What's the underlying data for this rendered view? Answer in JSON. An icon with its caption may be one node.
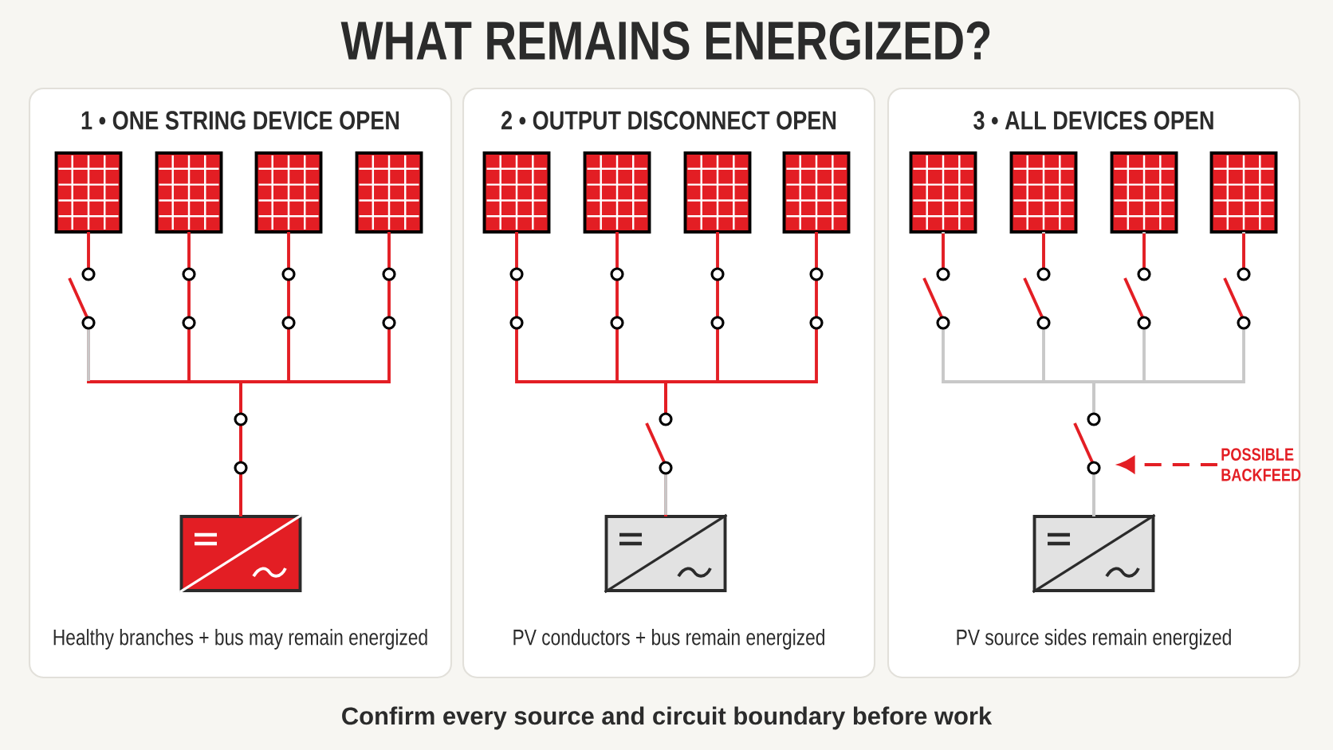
{
  "diagram": {
    "title": "WHAT REMAINS ENERGIZED?",
    "caption": "Confirm every source and circuit boundary before work",
    "nodes": [
      {
        "text": [
          "1 • ONE STRING DEVICE OPEN",
          "Healthy branches + bus may remain energized"
        ]
      },
      {
        "text": [],
        "shape": "picture",
        "in": 0
      },
      {
        "text": [],
        "shape": "picture",
        "in": 0
      },
      {
        "text": [],
        "shape": "picture",
        "in": 0
      },
      {
        "text": [],
        "shape": "picture",
        "in": 0
      },
      {
        "text": [],
        "shape": "box",
        "in": 0
      },
      {
        "text": [
          "2 • OUTPUT DISCONNECT OPEN",
          "PV conductors + bus remain energized"
        ]
      },
      {
        "text": [],
        "shape": "picture",
        "in": 6
      },
      {
        "text": [],
        "shape": "picture",
        "in": 6
      },
      {
        "text": [],
        "shape": "picture",
        "in": 6
      },
      {
        "text": [],
        "shape": "picture",
        "in": 6
      },
      {
        "text": [],
        "shape": "box",
        "in": 6
      },
      {
        "text": [
          "3 • ALL DEVICES OPEN",
          "PV source sides remain energized"
        ]
      },
      {
        "text": [],
        "shape": "picture",
        "in": 12
      },
      {
        "text": [],
        "shape": "picture",
        "in": 12
      },
      {
        "text": [],
        "shape": "picture",
        "in": 12
      },
      {
        "text": [],
        "shape": "picture",
        "in": 12
      },
      {
        "text": [],
        "shape": "box",
        "in": 12
      },
      {
        "text": [
          "POSSIBLE BACKFEED"
        ],
        "in": 12
      }
    ],
    "edges": [
      {
        "from": 1,
        "to": 5,
        "arrow": "none"
      },
      {
        "from": 2,
        "to": 5,
        "arrow": "none"
      },
      {
        "from": 3,
        "to": 5,
        "arrow": "none"
      },
      {
        "from": 4,
        "to": 5,
        "arrow": "none"
      },
      {
        "from": 7,
        "to": 11,
        "arrow": "none"
      },
      {
        "from": 8,
        "to": 11,
        "arrow": "none"
      },
      {
        "from": 9,
        "to": 11,
        "arrow": "none"
      },
      {
        "from": 10,
        "to": 11,
        "arrow": "none"
      },
      {
        "from": 13,
        "to": 17,
        "arrow": "none",
        "color": "#c8c8c8"
      },
      {
        "from": 14,
        "to": 17,
        "arrow": "none",
        "color": "#c8c8c8"
      },
      {
        "from": 15,
        "to": 17,
        "arrow": "none",
        "color": "#c8c8c8"
      },
      {
        "from": 16,
        "to": 17,
        "arrow": "none",
        "color": "#c8c8c8"
      },
      {
        "from": 18,
        "to": null,
        "arrow": "to",
        "style": "dashed",
        "color": "#e31e24"
      }
    ]
  }
}
